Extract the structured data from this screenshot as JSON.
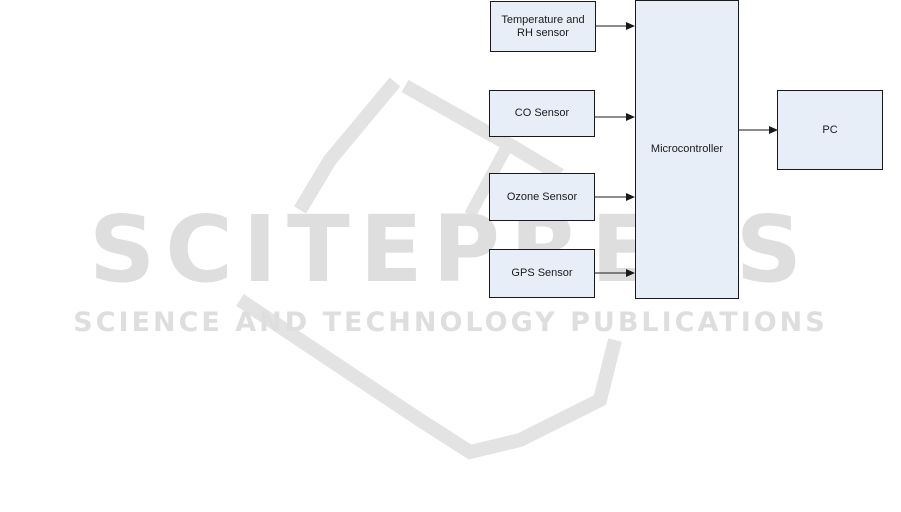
{
  "watermark": {
    "main": "SCITEPRESS",
    "sub": "SCIENCE AND TECHNOLOGY PUBLICATIONS"
  },
  "blocks": {
    "temp_rh": "Temperature and\nRH sensor",
    "co": "CO Sensor",
    "ozone": "Ozone Sensor",
    "gps": "GPS Sensor",
    "micro": "Microcontroller",
    "pc": "PC"
  },
  "colors": {
    "box_fill": "#e8eef8",
    "stroke": "#1a1a1a"
  }
}
